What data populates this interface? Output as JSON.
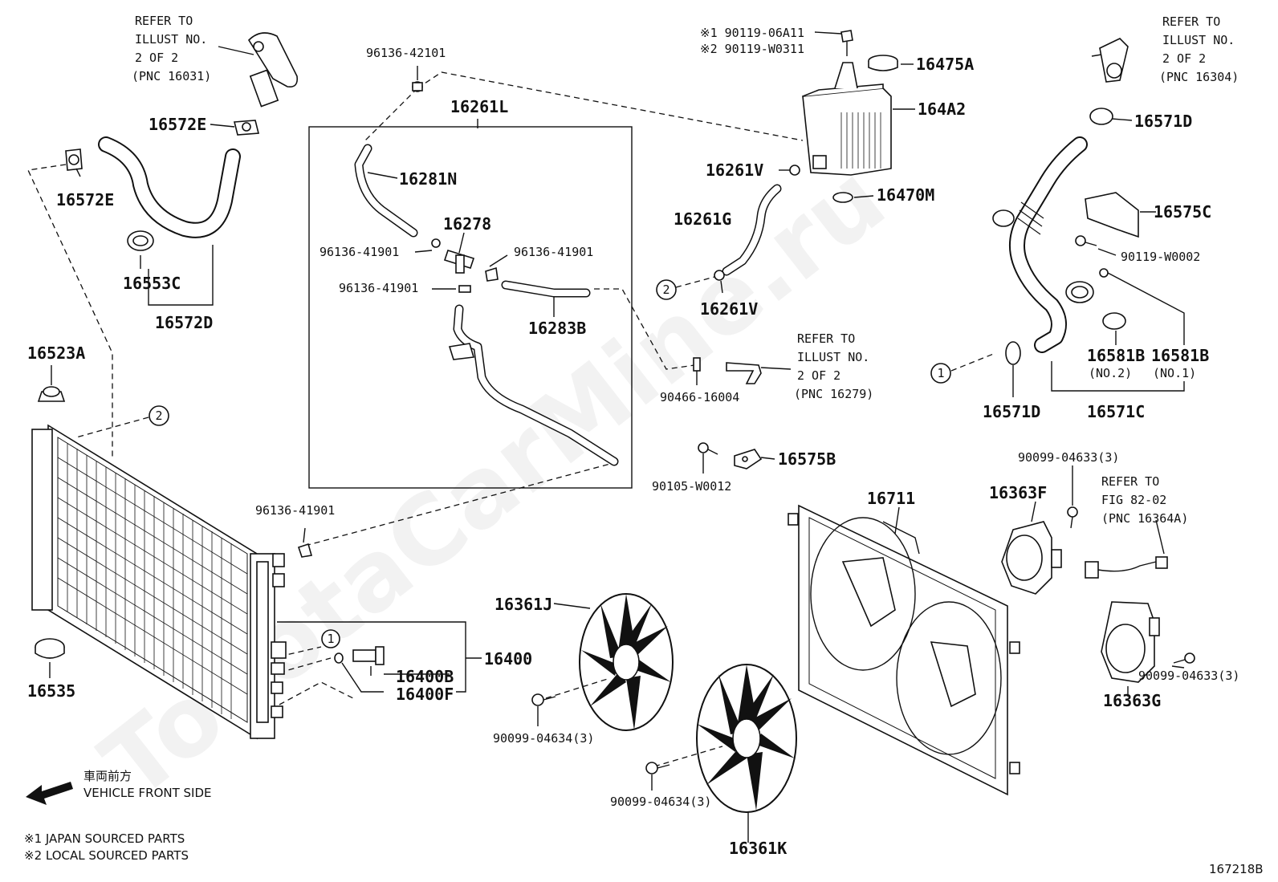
{
  "watermark": "ToyotaCarMine.ru",
  "figure_id": "167218B",
  "direction_label_jp": "車両前方",
  "direction_label_en": "VEHICLE FRONT SIDE",
  "footnote_1": "※1  JAPAN SOURCED PARTS",
  "footnote_2": "※2  LOCAL SOURCED PARTS",
  "circle_ref_1": "1",
  "circle_ref_2": "2",
  "refers": {
    "r16031": [
      "REFER TO",
      "ILLUST NO.",
      "2 OF 2",
      "(PNC 16031)"
    ],
    "r16304": [
      "REFER TO",
      "ILLUST NO.",
      "2 OF 2",
      "(PNC 16304)"
    ],
    "r16279": [
      "REFER TO",
      "ILLUST NO.",
      "2 OF 2",
      "(PNC 16279)"
    ],
    "r16364a": [
      "REFER TO",
      "FIG 82-02",
      "(PNC 16364A)"
    ]
  },
  "parts": {
    "p16572E_a": "16572E",
    "p16572E_b": "16572E",
    "p16553C": "16553C",
    "p16572D": "16572D",
    "p16523A": "16523A",
    "p16535": "16535",
    "p96136_42101": "96136-42101",
    "p16261L": "16261L",
    "p16281N": "16281N",
    "p16278": "16278",
    "p96136_41901_a": "96136-41901",
    "p96136_41901_b": "96136-41901",
    "p96136_41901_c": "96136-41901",
    "p96136_41901_d": "96136-41901",
    "p16283B": "16283B",
    "p90119_06A11": "※1 90119-06A11",
    "p90119_W0311": "※2 90119-W0311",
    "p16475A": "16475A",
    "p164A2": "164A2",
    "p16261V_a": "16261V",
    "p16261V_b": "16261V",
    "p16470M": "16470M",
    "p16261G": "16261G",
    "p90466_16004": "90466-16004",
    "p90105_W0012": "90105-W0012",
    "p16575B": "16575B",
    "p16571D_a": "16571D",
    "p16571D_b": "16571D",
    "p16575C": "16575C",
    "p90119_W0002": "90119-W0002",
    "p16581B_a": "16581B",
    "p16581B_b": "16581B",
    "p16581B_a_sub": "(NO.2)",
    "p16581B_b_sub": "(NO.1)",
    "p16571C": "16571C",
    "p90099_04633_a": "90099-04633(3)",
    "p90099_04633_b": "90099-04633(3)",
    "p16363F": "16363F",
    "p16363G": "16363G",
    "p16711": "16711",
    "p16361J": "16361J",
    "p16361K": "16361K",
    "p90099_04634_a": "90099-04634(3)",
    "p90099_04634_b": "90099-04634(3)",
    "p16400": "16400",
    "p16400B": "16400B",
    "p16400F": "16400F"
  }
}
